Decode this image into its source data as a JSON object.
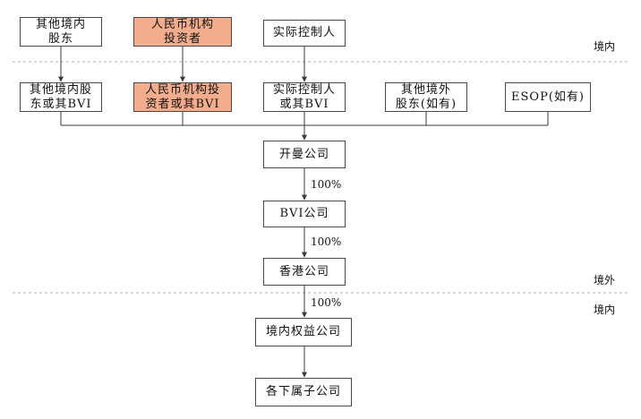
{
  "nodes": {
    "onshore_other_shareholders": "其他境内\n股东",
    "rmb_investors": "人民币机构\n投资者",
    "actual_controller": "实际控制人",
    "other_onshore_bvi": "其他境内股\n东或其BVI",
    "rmb_investors_bvi": "人民币机构投\n资者或其BVI",
    "controller_bvi": "实际控制人\n或其BVI",
    "offshore_other_shareholders": "其他境外\n股东(如有)",
    "esop": "ESOP(如有)",
    "cayman_company": "开曼公司",
    "bvi_company": "BVI公司",
    "hk_company": "香港公司",
    "onshore_equity_company": "境内权益公司",
    "subsidiaries": "各下属子公司"
  },
  "ownership": {
    "cayman_to_bvi": "100%",
    "bvi_to_hk": "100%",
    "hk_to_onshore": "100%"
  },
  "regions": {
    "top_onshore": "境内",
    "offshore": "境外",
    "bottom_onshore": "境内"
  },
  "colors": {
    "highlight": "#f4ad8c",
    "border": "#4a4a4a",
    "divider": "#b0b0b0"
  }
}
